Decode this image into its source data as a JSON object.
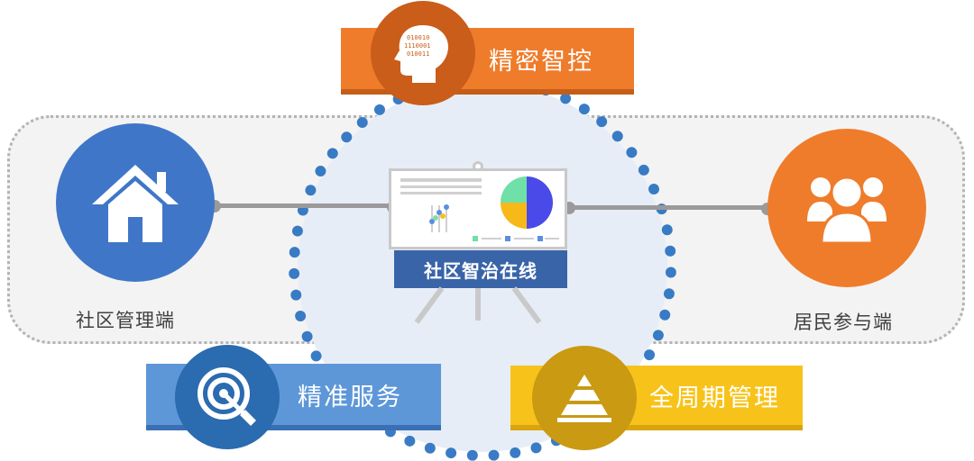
{
  "center": {
    "title": "社区智治在线"
  },
  "left_node": {
    "label": "社区管理端",
    "icon": "house-icon"
  },
  "right_node": {
    "label": "居民参与端",
    "icon": "people-group-icon"
  },
  "tags": {
    "top": {
      "label": "精密智控",
      "icon": "brain-head-icon"
    },
    "bottom_left": {
      "label": "精准服务",
      "icon": "target-icon"
    },
    "bottom_right": {
      "label": "全周期管理",
      "icon": "pyramid-icon"
    }
  },
  "colors": {
    "blue": "#3f76c8",
    "orange": "#ef7c2b",
    "dark_orange": "#c95d19",
    "light_blue": "#5d97d8",
    "yellow": "#f7c31a",
    "gold": "#c99a12",
    "navy": "#3a64a8"
  }
}
